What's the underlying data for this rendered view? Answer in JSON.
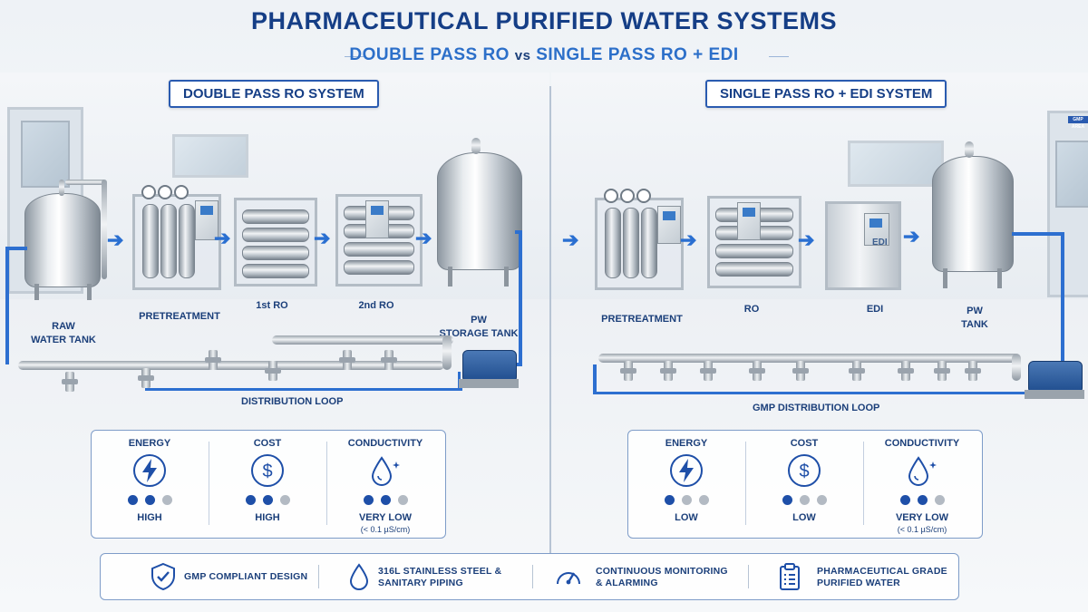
{
  "header": {
    "title": "PHARMACEUTICAL PURIFIED WATER SYSTEMS",
    "subtitle": "DOUBLE PASS RO  vs  SINGLE PASS RO + EDI"
  },
  "left": {
    "section_label": "DOUBLE PASS RO SYSTEM",
    "equipment": {
      "raw_tank": [
        "RAW",
        "WATER TANK"
      ],
      "pretreatment": "PRETREATMENT",
      "ro1": "1st RO",
      "ro2": "2nd RO",
      "pw_tank": [
        "PW",
        "STORAGE TANK"
      ]
    },
    "loop_label": "DISTRIBUTION LOOP",
    "metrics": [
      {
        "title": "ENERGY",
        "icon": "lightning-icon",
        "level": 2,
        "max": 3,
        "value": "HIGH",
        "note": ""
      },
      {
        "title": "COST",
        "icon": "dollar-icon",
        "level": 2,
        "max": 3,
        "value": "HIGH",
        "note": ""
      },
      {
        "title": "CONDUCTIVITY",
        "icon": "water-drop-icon",
        "level": 2,
        "max": 3,
        "value": "VERY LOW",
        "note": "(< 0.1 µS/cm)"
      }
    ]
  },
  "right": {
    "section_label": "SINGLE PASS RO + EDI SYSTEM",
    "door_sign": "GMP AREA",
    "equipment": {
      "pretreatment": "PRETREATMENT",
      "ro": "RO",
      "edi": "EDI",
      "edi_unit_text": "EDI",
      "pw_tank": [
        "PW",
        "TANK"
      ]
    },
    "loop_label": "GMP DISTRIBUTION LOOP",
    "metrics": [
      {
        "title": "ENERGY",
        "icon": "lightning-icon",
        "level": 1,
        "max": 3,
        "value": "LOW",
        "note": ""
      },
      {
        "title": "COST",
        "icon": "dollar-icon",
        "level": 1,
        "max": 3,
        "value": "LOW",
        "note": ""
      },
      {
        "title": "CONDUCTIVITY",
        "icon": "water-drop-icon",
        "level": 2,
        "max": 3,
        "value": "VERY LOW",
        "note": "(< 0.1 µS/cm)"
      }
    ]
  },
  "footer": {
    "features": [
      {
        "icon": "shield-check-icon",
        "lines": [
          "GMP COMPLIANT DESIGN"
        ]
      },
      {
        "icon": "water-drop-icon",
        "lines": [
          "316L STAINLESS STEEL &",
          "SANITARY PIPING"
        ]
      },
      {
        "icon": "gauge-icon",
        "lines": [
          "CONTINUOUS MONITORING",
          "& ALARMING"
        ]
      },
      {
        "icon": "clipboard-icon",
        "lines": [
          "PHARMACEUTICAL GRADE",
          "PURIFIED WATER"
        ]
      }
    ]
  },
  "colors": {
    "title": "#153e86",
    "subtitle": "#2c6fc9",
    "accent": "#2d6fd0",
    "dot_on": "#1e4fa8",
    "dot_off": "#b3bac3"
  }
}
